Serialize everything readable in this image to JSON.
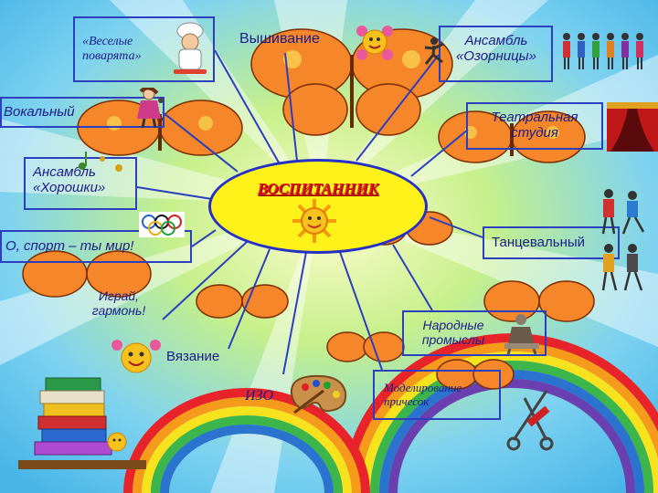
{
  "diagram": {
    "center": {
      "title": "ВОСПИТАННИК"
    },
    "nodes": {
      "cooks": {
        "line1": "«Веселые",
        "line2": "поварята»"
      },
      "embroidery": {
        "label": "Вышивание"
      },
      "ozornitsy": {
        "line1": "Ансамбль",
        "line2": "«Озорницы»"
      },
      "vocal": {
        "label": "Вокальный"
      },
      "theatre": {
        "line1": "Театральная",
        "line2": "студия"
      },
      "khoroshki": {
        "line1": "Ансамбль",
        "line2": "«Хорошки»"
      },
      "sport": {
        "label": "О, спорт – ты мир!"
      },
      "dance": {
        "label": "Танцевальный"
      },
      "harmon": {
        "line1": "Играй,",
        "line2": "гармонь!"
      },
      "crafts": {
        "line1": "Народные",
        "line2": "промыслы"
      },
      "knitting": {
        "label": "Вязание"
      },
      "art": {
        "label": "ИЗО"
      },
      "hair": {
        "line1": "Моделирование",
        "line2": "причесок"
      }
    }
  },
  "colors": {
    "connector": "#2b3fbf",
    "hub_fill": "#fff21a",
    "hub_text": "#e3141a",
    "label_text": "#1b1b8a"
  },
  "icons": [
    "chef-icon",
    "flower-smiley-icon",
    "dancing-kids-icon",
    "singer-icon",
    "theatre-curtain-icon",
    "note-icon",
    "olympic-rings-icon",
    "dancers-icon",
    "sun-icon",
    "smiley-balloons-icon",
    "palette-icon",
    "scissors-comb-icon",
    "folk-figure-icon",
    "book-stack-icon",
    "butterfly-icon",
    "rainbow-icon"
  ]
}
